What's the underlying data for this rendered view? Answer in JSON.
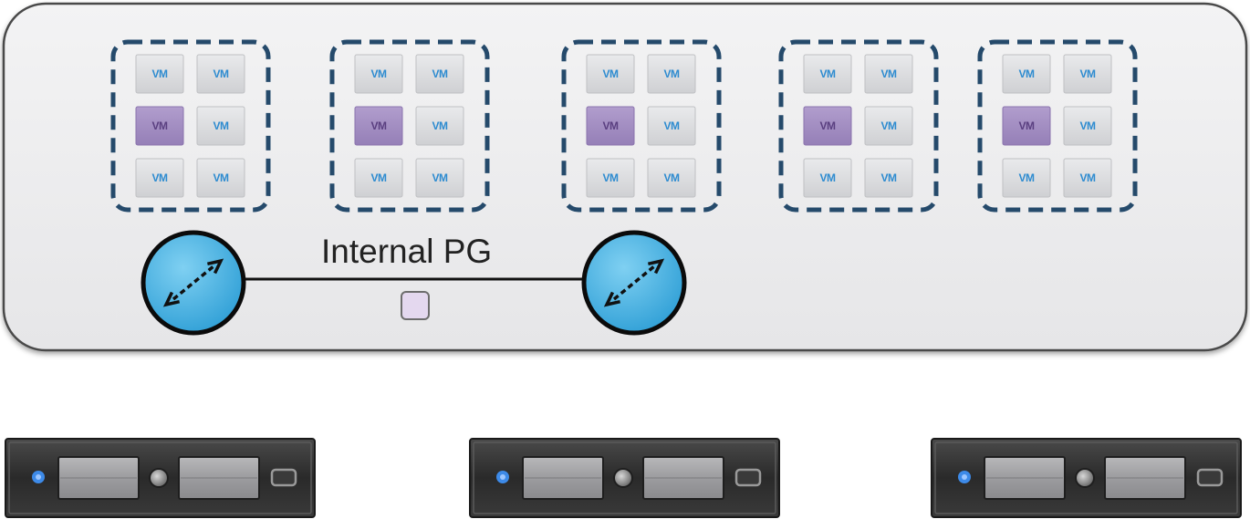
{
  "diagram": {
    "internal_port_group_label": "Internal PG",
    "vm_label": "VM",
    "colors": {
      "container_fill": "#eeeef0",
      "container_stroke": "#4a4a4a",
      "group_border": "#254a6b",
      "vm_tile_fill": "#dcdddf",
      "vm_tile_label": "#2d8bd0",
      "vm_highlight_fill": "#a590c3",
      "vm_highlight_label": "#5a3f80",
      "switch_fill": "#44b3e5",
      "switch_stroke": "#0b0b0b",
      "port_fill": "#e4d8ef",
      "server_body": "#2e2e2e",
      "server_led": "#3d8ae8"
    },
    "vm_groups": [
      {
        "vms": [
          "normal",
          "normal",
          "highlight",
          "normal",
          "normal",
          "normal"
        ]
      },
      {
        "vms": [
          "normal",
          "normal",
          "highlight",
          "normal",
          "normal",
          "normal"
        ]
      },
      {
        "vms": [
          "normal",
          "normal",
          "highlight",
          "normal",
          "normal",
          "normal"
        ]
      },
      {
        "vms": [
          "normal",
          "normal",
          "highlight",
          "normal",
          "normal",
          "normal"
        ]
      },
      {
        "vms": [
          "normal",
          "normal",
          "highlight",
          "normal",
          "normal",
          "normal"
        ]
      }
    ],
    "switches": [
      {
        "icon": "bidirectional-arrow-icon"
      },
      {
        "icon": "bidirectional-arrow-icon"
      }
    ],
    "servers": [
      {
        "icon": "rack-server-icon"
      },
      {
        "icon": "rack-server-icon"
      },
      {
        "icon": "rack-server-icon"
      }
    ]
  }
}
